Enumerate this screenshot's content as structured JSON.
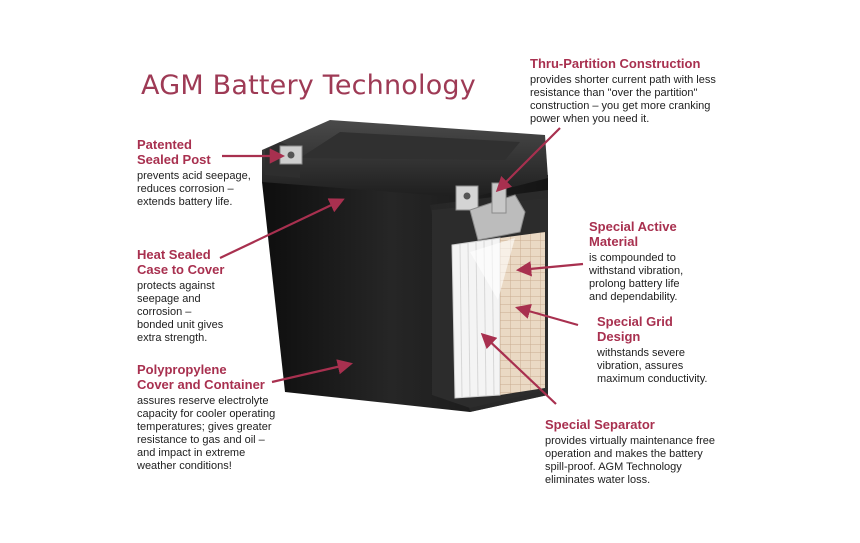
{
  "title": "AGM Battery Technology",
  "colors": {
    "accent": "#a8304f",
    "title": "#9e3a55",
    "case": "#1b1b1b",
    "plates": "#e9d8c3"
  },
  "callouts": {
    "patented": {
      "heading": "Patented\nSealed Post",
      "body": "prevents acid seepage,\nreduces corrosion –\nextends battery life."
    },
    "heat_sealed": {
      "heading": "Heat Sealed\nCase to Cover",
      "body": "protects against\nseepage and\ncorrosion –\nbonded unit gives\nextra strength."
    },
    "polypropylene": {
      "heading": "Polypropylene\nCover and Container",
      "body": "assures reserve electrolyte\ncapacity for cooler operating\ntemperatures; gives greater\nresistance to gas and oil –\nand impact in extreme\nweather conditions!"
    },
    "thru_partition": {
      "heading": "Thru-Partition Construction",
      "body": "provides shorter current path with less\nresistance than \"over the partition\"\nconstruction – you get more cranking\npower when you need it."
    },
    "active_material": {
      "heading": "Special Active\nMaterial",
      "body": "is compounded to\nwithstand vibration,\nprolong battery life\nand dependability."
    },
    "grid_design": {
      "heading": "Special Grid\nDesign",
      "body": "withstands severe\nvibration, assures\nmaximum conductivity."
    },
    "separator": {
      "heading": "Special Separator",
      "body": "provides virtually maintenance free\noperation and makes the battery\nspill-proof.  AGM Technology\neliminates water loss."
    }
  }
}
